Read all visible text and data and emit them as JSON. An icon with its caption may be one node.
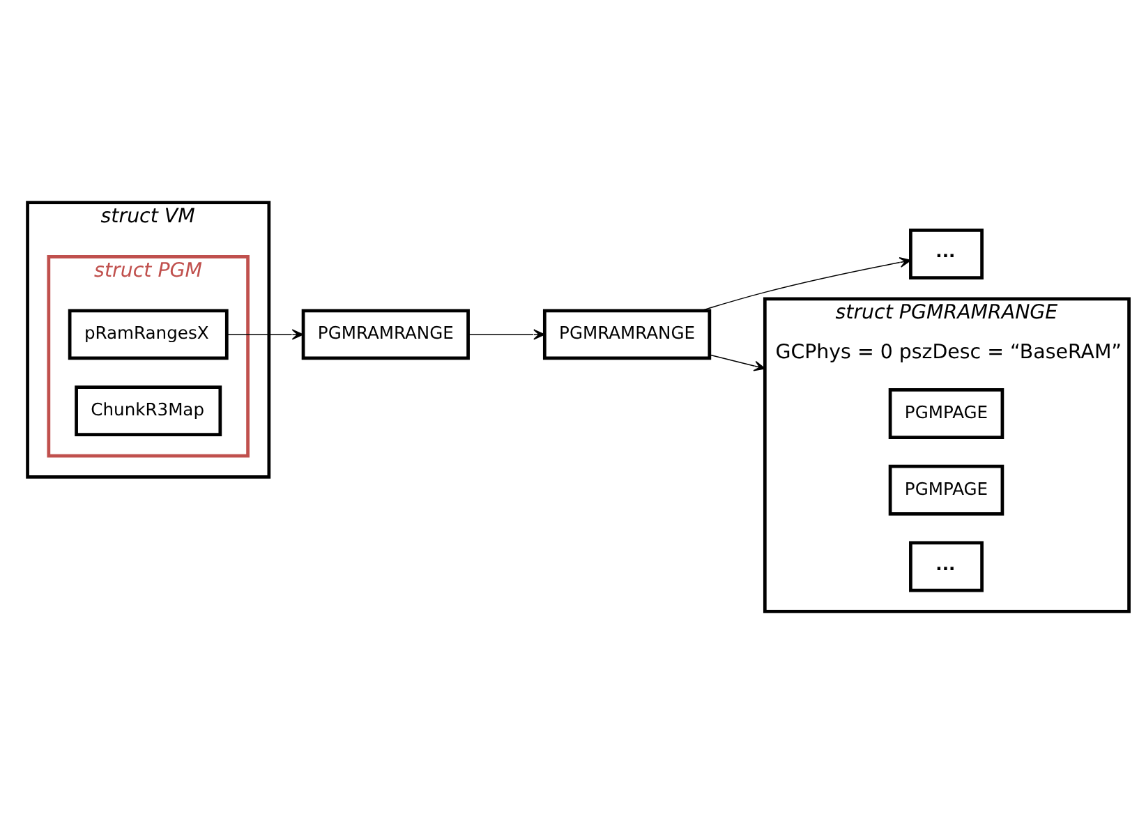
{
  "diagram": {
    "nodes": [
      {
        "text": [
          "struct VM"
        ]
      },
      {
        "text": [
          "struct PGM"
        ],
        "in": 0
      },
      {
        "text": [
          "pRamRangesX"
        ],
        "in": 1
      },
      {
        "text": [
          "ChunkR3Map"
        ],
        "in": 1
      },
      {
        "text": [
          "PGMRAMRANGE"
        ]
      },
      {
        "text": [
          "PGMRAMRANGE"
        ]
      },
      {
        "text": [
          "..."
        ]
      },
      {
        "text": [
          "struct PGMRAMRANGE",
          "GCPhys = 0 pszDesc = “BaseRAM”"
        ]
      },
      {
        "text": [
          "PGMPAGE"
        ],
        "in": 7
      },
      {
        "text": [
          "PGMPAGE"
        ],
        "in": 7
      },
      {
        "text": [
          "..."
        ],
        "in": 7
      }
    ],
    "edges": [
      {
        "from": 2,
        "to": 4,
        "arrow": "to"
      },
      {
        "from": 4,
        "to": 5,
        "arrow": "to"
      },
      {
        "from": 5,
        "to": 6,
        "arrow": "to"
      },
      {
        "from": 5,
        "to": 7,
        "arrow": "to"
      }
    ]
  }
}
